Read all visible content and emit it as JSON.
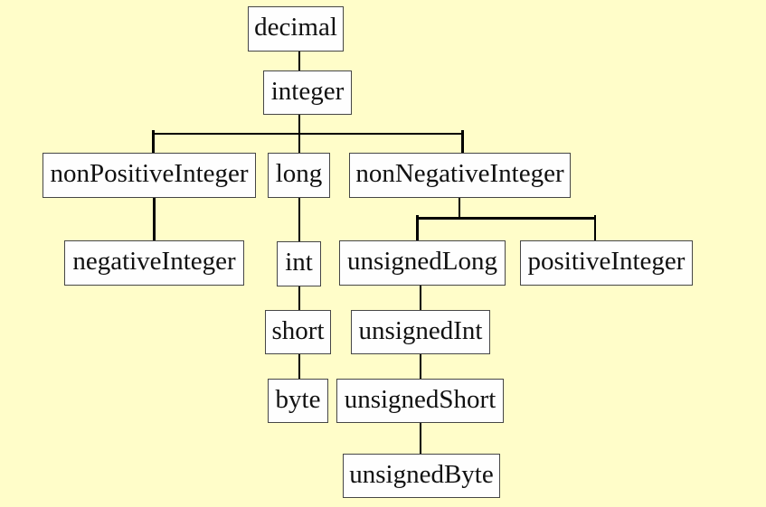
{
  "diagram": {
    "type": "tree",
    "description": "Hierarchy of numeric datatypes derived from decimal"
  },
  "colors": {
    "background": "#FFFDC9",
    "node_fill": "#FEFEFE",
    "node_border": "#464646",
    "line": "#000000",
    "text": "#111111"
  },
  "nodes": [
    {
      "id": "decimal",
      "label": "decimal"
    },
    {
      "id": "integer",
      "label": "integer"
    },
    {
      "id": "nonPositiveInteger",
      "label": "nonPositiveInteger"
    },
    {
      "id": "long",
      "label": "long"
    },
    {
      "id": "nonNegativeInteger",
      "label": "nonNegativeInteger"
    },
    {
      "id": "negativeInteger",
      "label": "negativeInteger"
    },
    {
      "id": "int",
      "label": "int"
    },
    {
      "id": "short",
      "label": "short"
    },
    {
      "id": "byte",
      "label": "byte"
    },
    {
      "id": "unsignedLong",
      "label": "unsignedLong"
    },
    {
      "id": "positiveInteger",
      "label": "positiveInteger"
    },
    {
      "id": "unsignedInt",
      "label": "unsignedInt"
    },
    {
      "id": "unsignedShort",
      "label": "unsignedShort"
    },
    {
      "id": "unsignedByte",
      "label": "unsignedByte"
    }
  ],
  "edges": [
    {
      "from": "decimal",
      "to": "integer"
    },
    {
      "from": "integer",
      "to": "nonPositiveInteger"
    },
    {
      "from": "integer",
      "to": "long"
    },
    {
      "from": "integer",
      "to": "nonNegativeInteger"
    },
    {
      "from": "nonPositiveInteger",
      "to": "negativeInteger"
    },
    {
      "from": "long",
      "to": "int"
    },
    {
      "from": "int",
      "to": "short"
    },
    {
      "from": "short",
      "to": "byte"
    },
    {
      "from": "nonNegativeInteger",
      "to": "unsignedLong"
    },
    {
      "from": "nonNegativeInteger",
      "to": "positiveInteger"
    },
    {
      "from": "unsignedLong",
      "to": "unsignedInt"
    },
    {
      "from": "unsignedInt",
      "to": "unsignedShort"
    },
    {
      "from": "unsignedShort",
      "to": "unsignedByte"
    }
  ]
}
